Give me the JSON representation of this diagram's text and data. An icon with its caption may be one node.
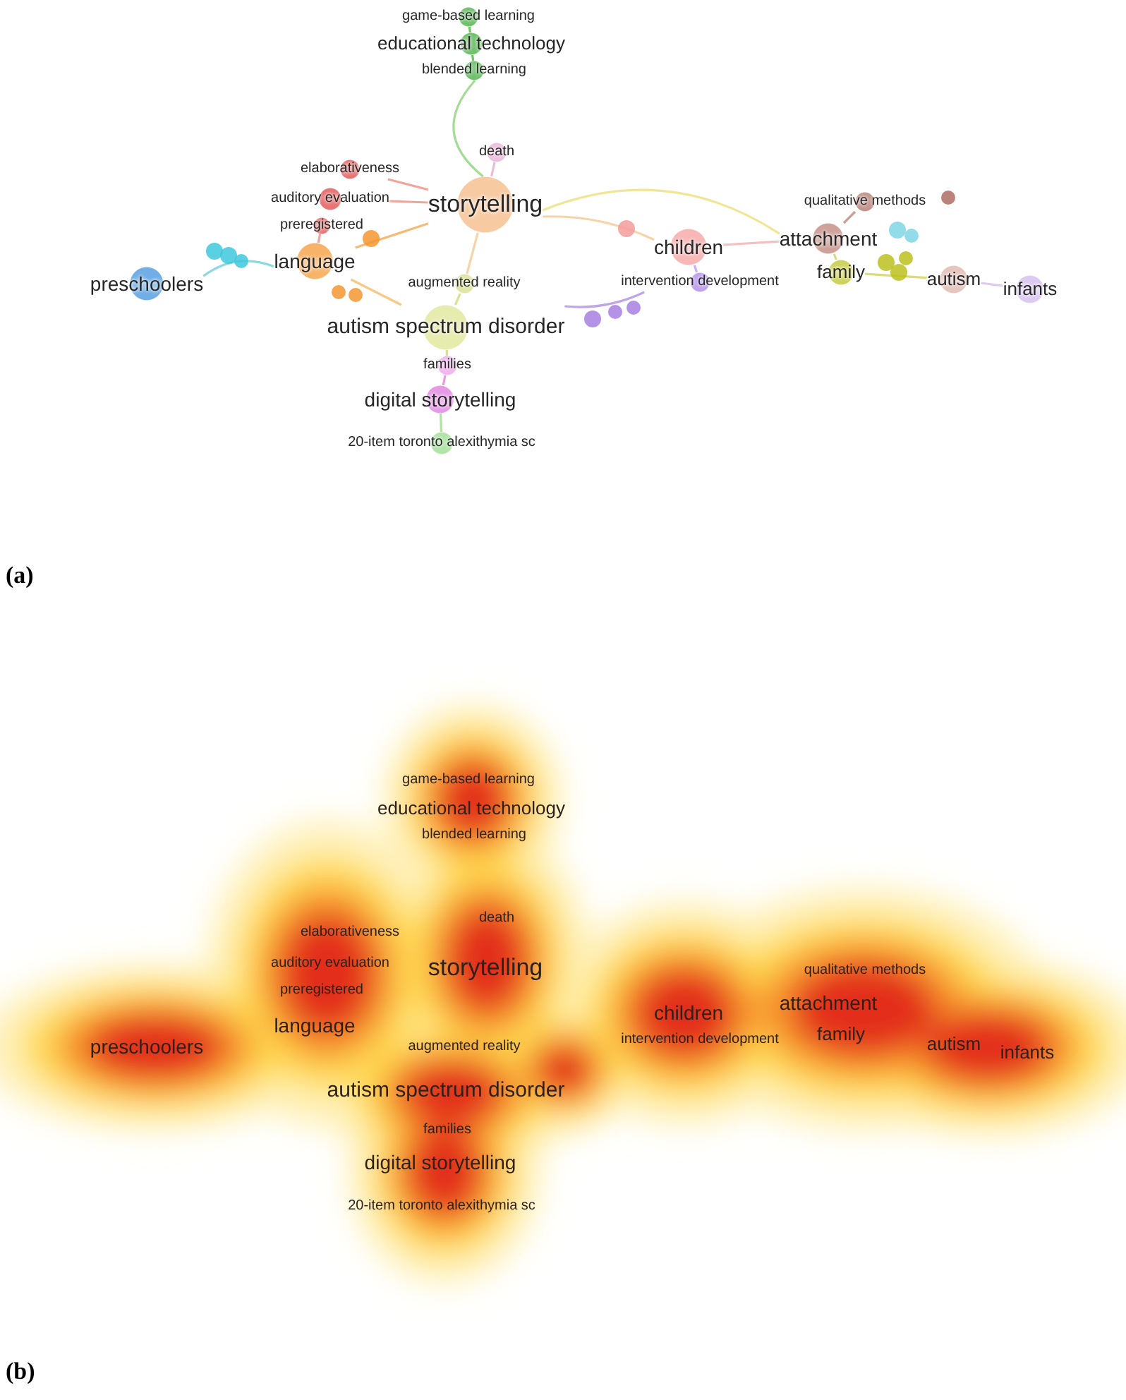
{
  "diagram": {
    "nodes": [
      {
        "text": [
          "game-based learning"
        ]
      },
      {
        "text": [
          "educational technology"
        ]
      },
      {
        "text": [
          "blended learning"
        ]
      },
      {
        "text": [
          "death"
        ]
      },
      {
        "text": [
          "elaborativeness"
        ]
      },
      {
        "text": [
          "auditory evaluation"
        ]
      },
      {
        "text": [
          "storytelling"
        ]
      },
      {
        "text": [
          "qualitative methods"
        ]
      },
      {
        "text": [
          "preregistered"
        ]
      },
      {
        "text": [
          "attachment"
        ]
      },
      {
        "text": [
          "children"
        ]
      },
      {
        "text": [
          "language"
        ]
      },
      {
        "text": [
          "family"
        ]
      },
      {
        "text": [
          "intervention development"
        ]
      },
      {
        "text": [
          "autism"
        ]
      },
      {
        "text": [
          "preschoolers"
        ]
      },
      {
        "text": [
          "augmented reality"
        ]
      },
      {
        "text": [
          "infants"
        ]
      },
      {
        "text": [
          "autism spectrum disorder"
        ]
      },
      {
        "text": [
          "families"
        ]
      },
      {
        "text": [
          "digital storytelling"
        ]
      },
      {
        "text": [
          "20-item toronto alexithymia sc"
        ]
      }
    ],
    "edges": [
      {
        "from": 0,
        "to": 1,
        "arrow": "none",
        "color": "#5cbf4f"
      },
      {
        "from": 1,
        "to": 2,
        "arrow": "none",
        "color": "#5cbf4f"
      },
      {
        "from": 2,
        "to": 6,
        "arrow": "none",
        "color": "#9bd88a"
      },
      {
        "from": 3,
        "to": 6,
        "arrow": "none",
        "color": "#e8b4d6"
      },
      {
        "from": 4,
        "to": 6,
        "arrow": "none",
        "color": "#f09a8c"
      },
      {
        "from": 5,
        "to": 6,
        "arrow": "none",
        "color": "#f09a8c"
      },
      {
        "from": 8,
        "to": 11,
        "arrow": "none",
        "color": "#f09a8c"
      },
      {
        "from": 11,
        "to": 6,
        "arrow": "none",
        "color": "#f6b266"
      },
      {
        "from": 15,
        "to": 11,
        "arrow": "none",
        "color": "#7fd6d9"
      },
      {
        "from": 11,
        "to": 18,
        "arrow": "none",
        "color": "#f6c27a"
      },
      {
        "from": 6,
        "to": 16,
        "arrow": "none"
      },
      {
        "from": 16,
        "to": 18,
        "arrow": "none",
        "color": "#d9de8c"
      },
      {
        "from": 6,
        "to": 10,
        "arrow": "none"
      },
      {
        "from": 6,
        "to": 9,
        "arrow": "none",
        "color": "#efe38a"
      },
      {
        "from": 10,
        "to": 9,
        "arrow": "none",
        "color": "#f4b8b8"
      },
      {
        "from": 10,
        "to": 13,
        "arrow": "none",
        "color": "#c5a9ec"
      },
      {
        "from": 18,
        "to": 13,
        "arrow": "none",
        "color": "#b99ae6"
      },
      {
        "from": 9,
        "to": 7,
        "arrow": "none",
        "color": "#c99189"
      },
      {
        "from": 9,
        "to": 12,
        "arrow": "none",
        "color": "#d6d86a"
      },
      {
        "from": 12,
        "to": 14,
        "arrow": "none",
        "color": "#d6d86a"
      },
      {
        "from": 14,
        "to": 17,
        "arrow": "none",
        "color": "#d9c3ee"
      },
      {
        "from": 18,
        "to": 19,
        "arrow": "none",
        "color": "#d7dc8a"
      },
      {
        "from": 19,
        "to": 20,
        "arrow": "none",
        "color": "#e58ee0"
      },
      {
        "from": 20,
        "to": 21,
        "arrow": "none",
        "color": "#a6df99"
      }
    ],
    "labels": [
      "(a)",
      "game-based learning",
      "educational technology",
      "blended learning",
      "death",
      "elaborativeness",
      "auditory evaluation",
      "storytelling",
      "qualitative methods",
      "preregistered",
      "attachment",
      "children",
      "language",
      "family",
      "intervention development",
      "autism",
      "preschoolers",
      "augmented reality",
      "infants",
      "autism spectrum disorder",
      "families",
      "digital storytelling",
      "20-item toronto alexithymia sc",
      "(b)"
    ]
  }
}
